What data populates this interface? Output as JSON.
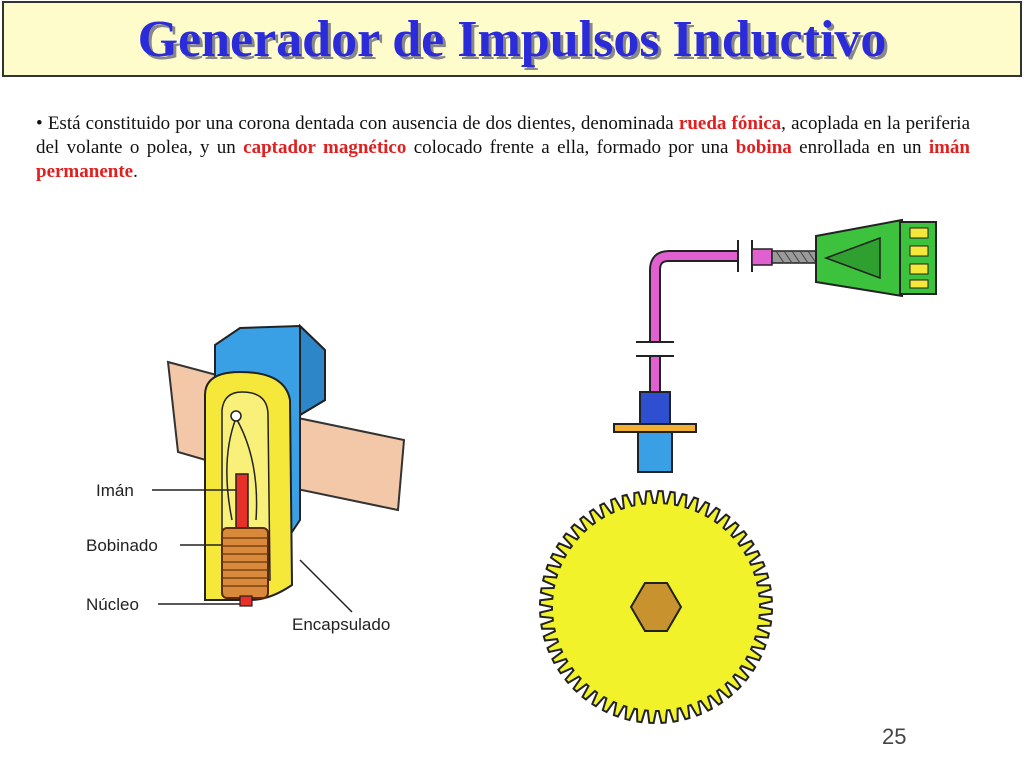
{
  "title": "Generador de Impulsos Inductivo",
  "paragraph": {
    "bullet": "•",
    "t1": "Está constituido por una corona dentada con ausencia de dos dientes, denominada ",
    "h1": "rueda fónica",
    "t2": ", acoplada en la periferia del volante o polea, y un ",
    "h2": "captador magnético",
    "t3": " colocado frente a ella, formado por una ",
    "h3": "bobina",
    "t4": " enrollada en un ",
    "h4": "imán permanente",
    "t5": "."
  },
  "labels": {
    "iman": "Imán",
    "bobinado": "Bobinado",
    "nucleo": "Núcleo",
    "encapsulado": "Encapsulado"
  },
  "page_number": "25",
  "colors": {
    "title": "#2b2bd9",
    "title_bg": "#fefccb",
    "highlight": "#e02020",
    "gear": "#f2f22a",
    "sensor_blue": "#3aa0e6",
    "cable_magenta": "#e060d0",
    "connector_green": "#3cc23c"
  }
}
